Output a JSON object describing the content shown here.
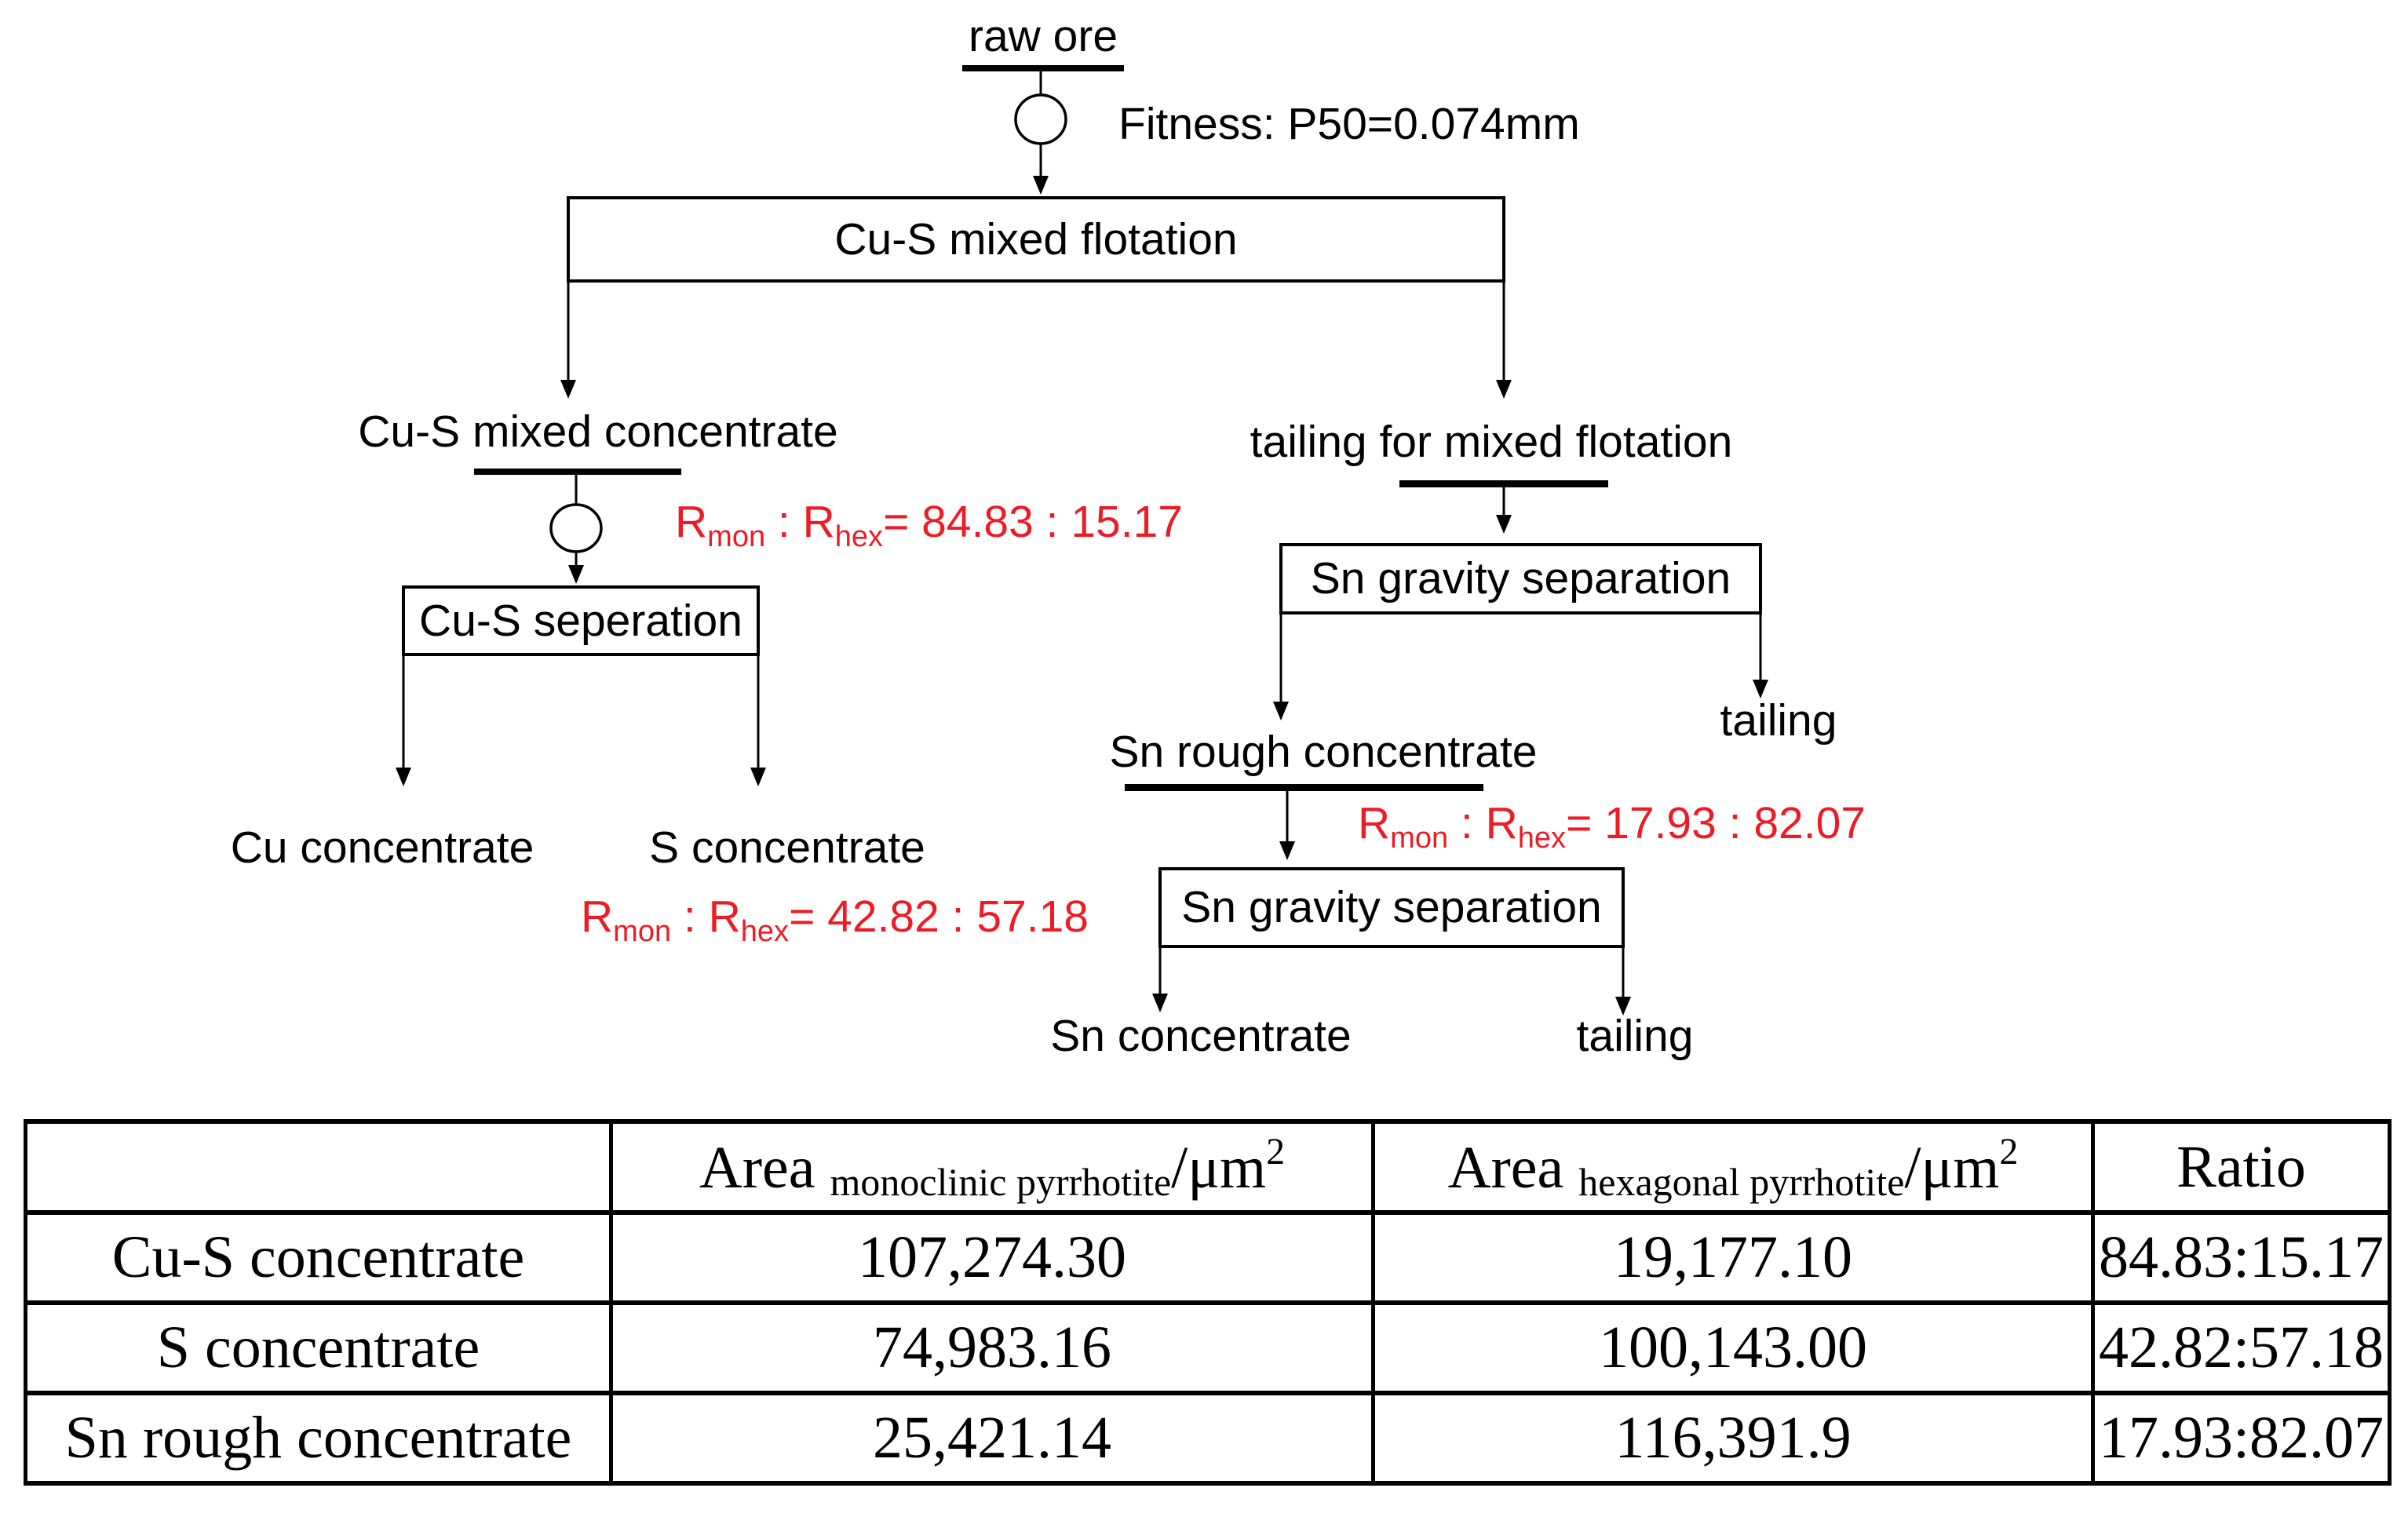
{
  "flowchart": {
    "fitness_note": "Fitness: P50=0.074mm",
    "labels": {
      "raw_ore": "raw ore",
      "cu_s_mixed_concentrate": "Cu-S mixed concentrate",
      "cu_concentrate": "Cu concentrate",
      "s_concentrate": "S concentrate",
      "tailing_for_mixed_flotation": "tailing for mixed flotation",
      "sn_rough_concentrate": "Sn rough concentrate",
      "tailing_1": "tailing",
      "sn_concentrate": "Sn concentrate",
      "tailing_2": "tailing"
    },
    "boxes": {
      "cu_s_mixed_flotation": "Cu-S mixed flotation",
      "cu_s_separation": "Cu-S seperation",
      "sn_gravity_separation_1": "Sn gravity separation",
      "sn_gravity_separation_2": "Sn gravity separation"
    },
    "ratio_annotations": {
      "r": "R",
      "sub_mon": "mon",
      "separator": " : R",
      "sub_hex": "hex",
      "values": {
        "cu_s_mixed": "= 84.83 : 15.17",
        "s_concentrate": "= 42.82 : 57.18",
        "sn_rough": "= 17.93 : 82.07"
      }
    },
    "colors": {
      "annotation_red": "#ed1c24",
      "line_black": "#000000"
    }
  },
  "table": {
    "header": {
      "col_label": "",
      "area": "Area ",
      "monoclinic_sub": "monoclinic pyrrhotite",
      "hexagonal_sub": "hexagonal pyrrhotite",
      "unit": "/μm",
      "unit_exponent": "2",
      "ratio": "Ratio"
    },
    "rows": [
      {
        "name": "Cu-S concentrate",
        "mono": "107,274.30",
        "hex": "19,177.10",
        "ratio": "84.83:15.17"
      },
      {
        "name": "S concentrate",
        "mono": "74,983.16",
        "hex": "100,143.00",
        "ratio": "42.82:57.18"
      },
      {
        "name": "Sn rough concentrate",
        "mono": "25,421.14",
        "hex": "116,391.9",
        "ratio": "17.93:82.07"
      }
    ]
  }
}
